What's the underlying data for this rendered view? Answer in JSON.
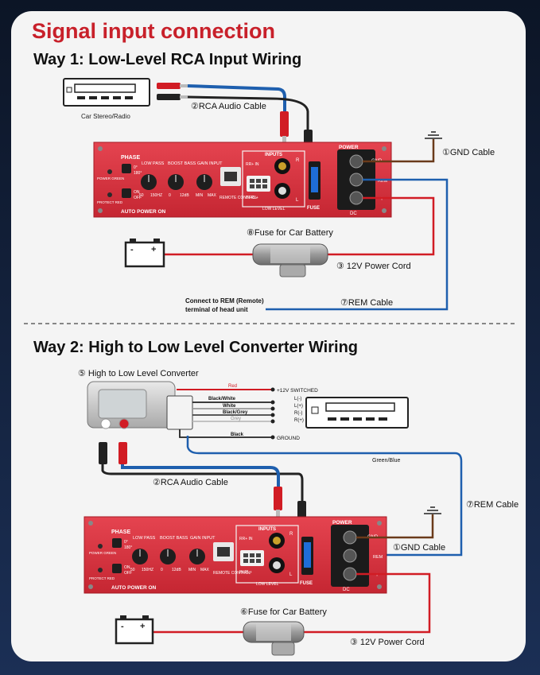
{
  "title": "Signal input connection",
  "way1": {
    "heading": "Way 1: Low-Level RCA Input Wiring",
    "stereo_label": "Car Stereo/Radio",
    "rca_cable": "②RCA Audio Cable",
    "gnd_cable": "①GND Cable",
    "fuse_label": "⑧Fuse for Car Battery",
    "power_cord": "③ 12V Power Cord",
    "rem_cable": "⑦REM Cable",
    "rem_note_1": "Connect to REM (Remote)",
    "rem_note_2": "terminal of head unit"
  },
  "way2": {
    "heading": "Way 2: High to Low Level Converter Wiring",
    "converter_label": "⑤ High to Low Level Converter",
    "wires": [
      {
        "color": "Red",
        "target": "+12V SWITCHED"
      },
      {
        "color": "Black/White",
        "target": "L(-)"
      },
      {
        "color": "White",
        "target": "L(+)"
      },
      {
        "color": "Black/Grey",
        "target": "R(-)"
      },
      {
        "color": "Grey",
        "target": "R(+)"
      },
      {
        "color": "Black",
        "target": "GROUND"
      }
    ],
    "green_blue": "Green/Blue",
    "rca_cable": "②RCA Audio Cable",
    "rem_cable": "⑦REM Cable",
    "gnd_cable": "①GND Cable",
    "fuse_label": "⑥Fuse for Car Battery",
    "power_cord": "③ 12V Power Cord"
  },
  "amp": {
    "phase": "PHASE",
    "deg_0": "0°",
    "deg_180": "180°",
    "power_green": "POWER GREEN",
    "protect_red": "PROTECT RED",
    "on": "ON",
    "off": "OFF",
    "auto_power": "AUTO POWER ON",
    "low_pass": "LOW PASS",
    "boost_bass": "BOOST BASS",
    "gain_input": "GAIN INPUT",
    "lp_min": "50",
    "lp_max": "150HZ",
    "bb_min": "0",
    "bb_max": "12dB",
    "gain_min": "MIN",
    "gain_max": "MAX",
    "remote_control": "REMOTE CONTROL",
    "inputs": "INPUTS",
    "rr_in": "RR+ IN",
    "rl_in": "IN RL+",
    "r": "R",
    "l": "L",
    "low_level": "LOW LEVEL",
    "fuse": "FUSE",
    "power": "POWER",
    "gnd": "GND",
    "rem": "REM",
    "plus": "+",
    "dc": "DC"
  },
  "battery": {
    "minus": "-",
    "plus": "+"
  },
  "colors": {
    "title_red": "#c8202a",
    "amp_red": "#d8333d",
    "wire_blue": "#1e5fae",
    "wire_red": "#d11c24",
    "wire_brown": "#6a3a1a"
  }
}
